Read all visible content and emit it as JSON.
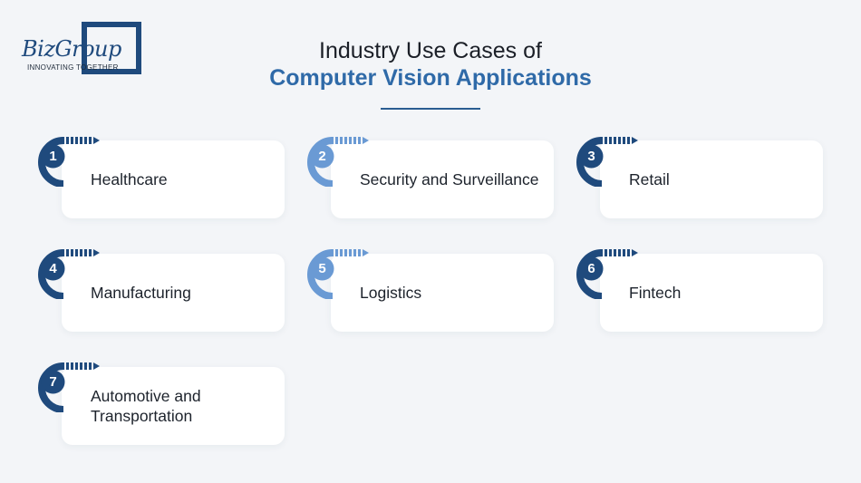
{
  "logo": {
    "name": "BizGroup",
    "tagline": "INNOVATING TOGETHER"
  },
  "heading": {
    "line1": "Industry Use Cases of",
    "line2": "Computer Vision Applications"
  },
  "colors": {
    "dark_blue": "#1f4a7d",
    "light_blue": "#6a9ad4",
    "title_blue": "#2f6aa8"
  },
  "cases": [
    {
      "number": "1",
      "label": "Healthcare",
      "accent": "dark"
    },
    {
      "number": "2",
      "label": "Security and Surveillance",
      "accent": "light"
    },
    {
      "number": "3",
      "label": "Retail",
      "accent": "dark"
    },
    {
      "number": "4",
      "label": "Manufacturing",
      "accent": "dark"
    },
    {
      "number": "5",
      "label": "Logistics",
      "accent": "light"
    },
    {
      "number": "6",
      "label": "Fintech",
      "accent": "dark"
    },
    {
      "number": "7",
      "label": "Automotive and Transportation",
      "accent": "dark"
    }
  ]
}
